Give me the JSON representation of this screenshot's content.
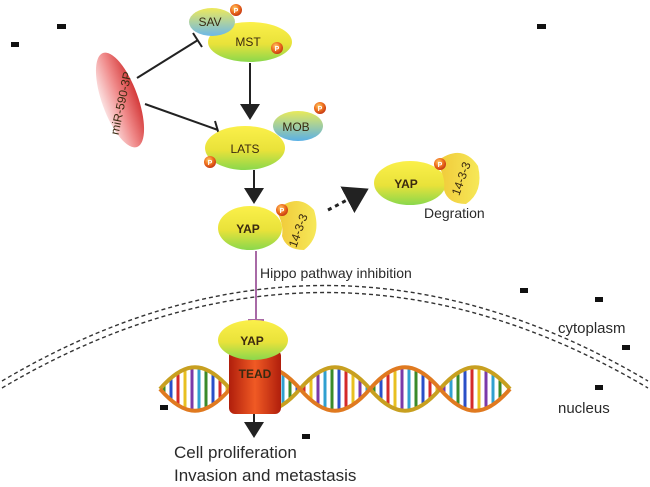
{
  "nodes": {
    "sav": "SAV",
    "mst": "MST",
    "mob": "MOB",
    "lats": "LATS",
    "yap_cyto": "YAP",
    "yap_deg": "YAP",
    "yap_nuc": "YAP",
    "tead": "TEAD",
    "protein_1433_a": "14-3-3",
    "protein_1433_b": "14-3-3",
    "mirna": "miR-590-3P",
    "phospho": "P"
  },
  "labels": {
    "degradation": "Degration",
    "hippo": "Hippo pathway inhibition",
    "cytoplasm": "cytoplasm",
    "nucleus": "nucleus",
    "outcome_1": "Cell proliferation",
    "outcome_2": "Invasion and metastasis"
  },
  "colors": {
    "protein_top": "#f8ea38",
    "protein_bottom": "#7fd64a",
    "sav_top": "#e6e84a",
    "sav_bottom": "#6ab9e6",
    "mirna": "#e85a5a",
    "tead": "#d63a14",
    "phospho": "#e8581e",
    "inhibition_line": "#a86aa6"
  }
}
